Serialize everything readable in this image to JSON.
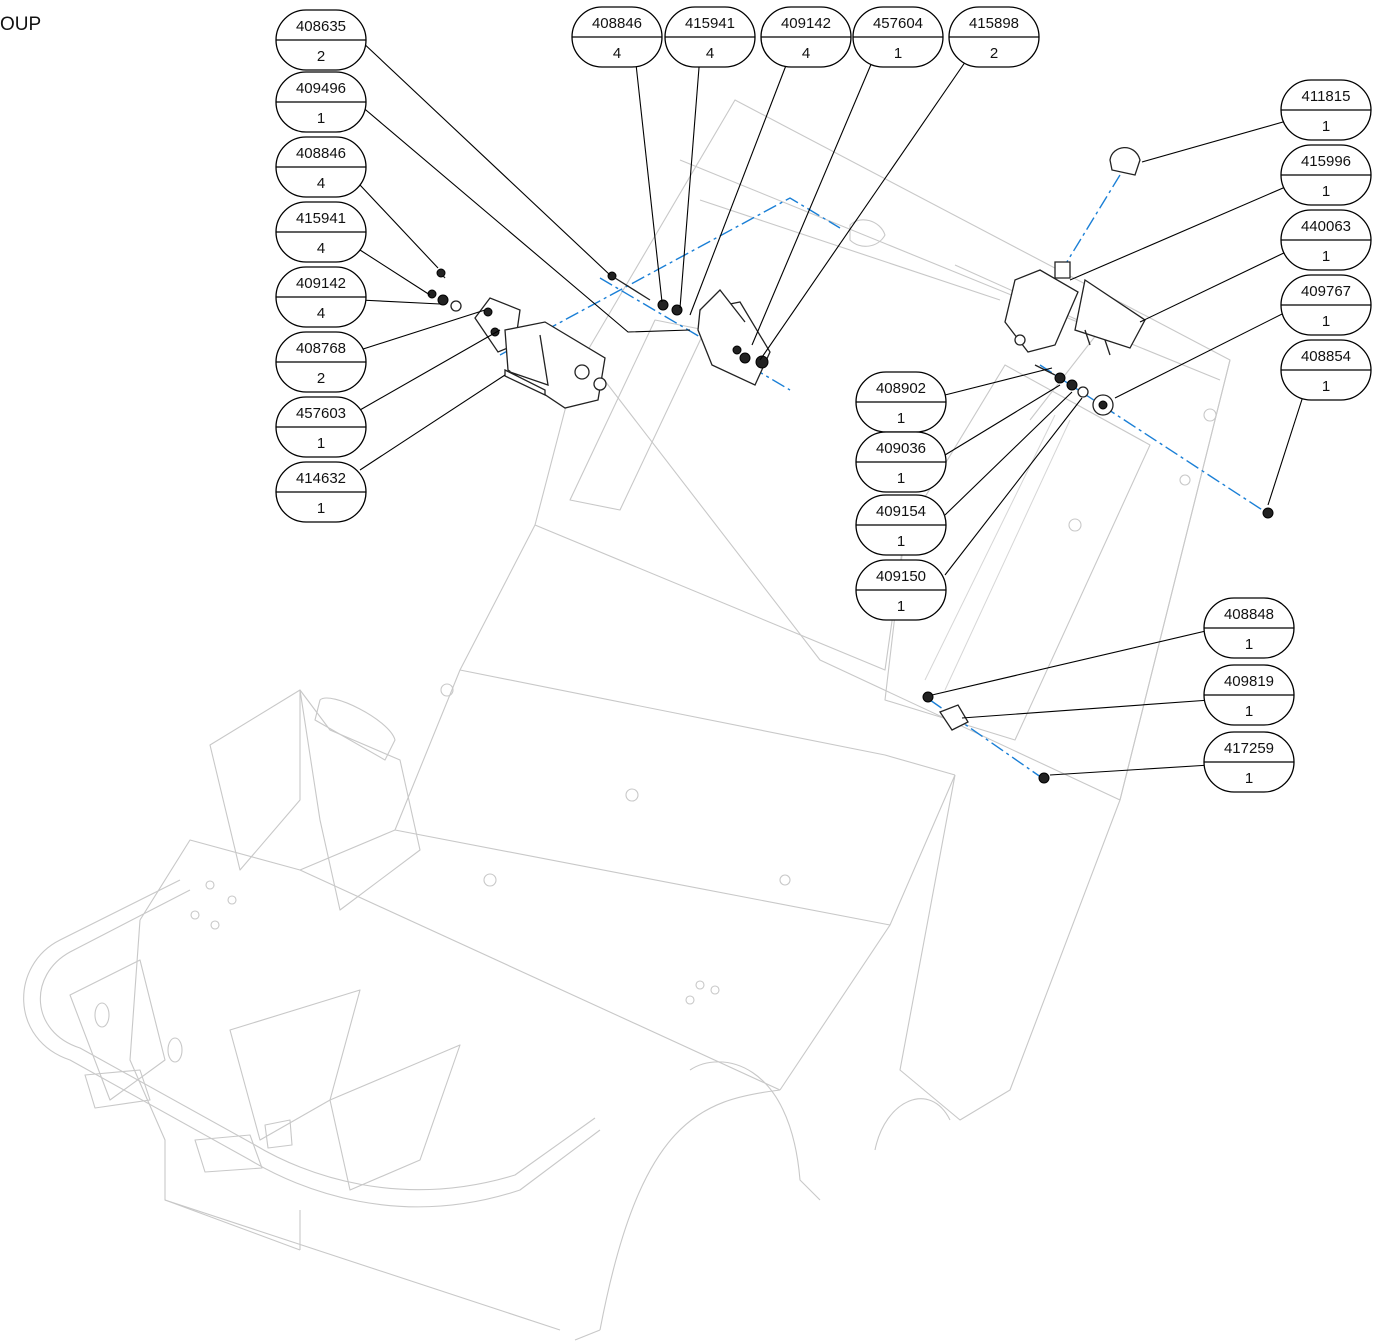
{
  "title_fragment": "OUP",
  "colors": {
    "centerline": "#1a7fd6",
    "frame": "#c8c8c8",
    "ink": "#000000"
  },
  "balloons": [
    {
      "part": "408635",
      "qty": "2"
    },
    {
      "part": "409496",
      "qty": "1"
    },
    {
      "part": "408846",
      "qty": "4"
    },
    {
      "part": "415941",
      "qty": "4"
    },
    {
      "part": "409142",
      "qty": "4"
    },
    {
      "part": "408768",
      "qty": "2"
    },
    {
      "part": "457603",
      "qty": "1"
    },
    {
      "part": "414632",
      "qty": "1"
    },
    {
      "part": "408846",
      "qty": "4"
    },
    {
      "part": "415941",
      "qty": "4"
    },
    {
      "part": "409142",
      "qty": "4"
    },
    {
      "part": "457604",
      "qty": "1"
    },
    {
      "part": "415898",
      "qty": "2"
    },
    {
      "part": "411815",
      "qty": "1"
    },
    {
      "part": "415996",
      "qty": "1"
    },
    {
      "part": "440063",
      "qty": "1"
    },
    {
      "part": "409767",
      "qty": "1"
    },
    {
      "part": "408854",
      "qty": "1"
    },
    {
      "part": "408902",
      "qty": "1"
    },
    {
      "part": "409036",
      "qty": "1"
    },
    {
      "part": "409154",
      "qty": "1"
    },
    {
      "part": "409150",
      "qty": "1"
    },
    {
      "part": "408848",
      "qty": "1"
    },
    {
      "part": "409819",
      "qty": "1"
    },
    {
      "part": "417259",
      "qty": "1"
    }
  ]
}
